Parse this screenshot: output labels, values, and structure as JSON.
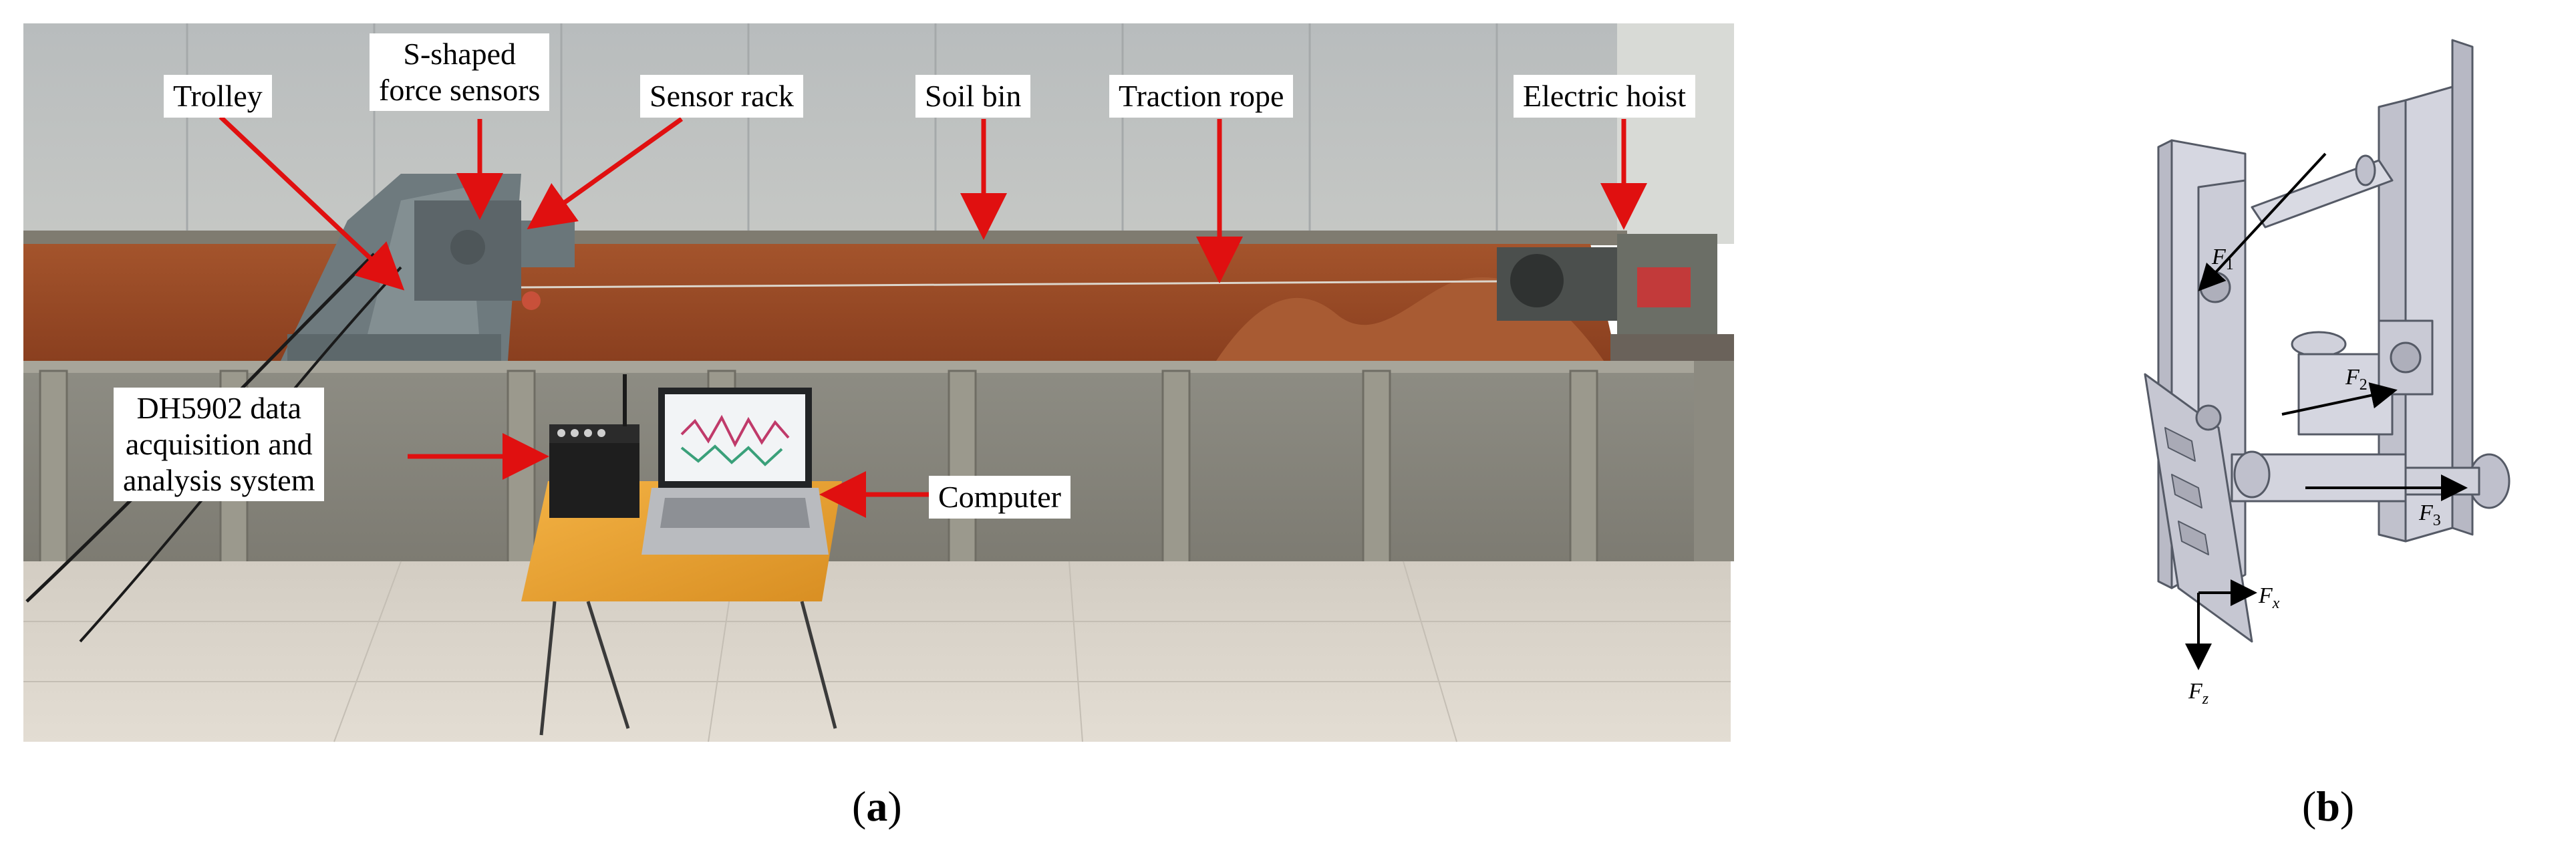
{
  "panel_a": {
    "labels": {
      "trolley": "Trolley",
      "s_shaped_line1": "S-shaped",
      "s_shaped_line2": "force sensors",
      "sensor_rack": "Sensor rack",
      "soil_bin": "Soil bin",
      "traction_rope": "Traction rope",
      "electric_hoist": "Electric hoist",
      "dh5902_line1": "DH5902 data",
      "dh5902_line2": "acquisition and",
      "dh5902_line3": "analysis system",
      "computer": "Computer"
    },
    "caption_letter": "a"
  },
  "panel_b": {
    "forces": {
      "f1_main": "F",
      "f1_sub": "1",
      "f2_main": "F",
      "f2_sub": "2",
      "f3_main": "F",
      "f3_sub": "3",
      "fx_main": "F",
      "fx_sub": "x",
      "fz_main": "F",
      "fz_sub": "z"
    },
    "caption_letter": "b"
  },
  "colors": {
    "arrow_red": "#e01010",
    "soil": "#9a4a26",
    "steel": "#9a9a8e",
    "cad_gray": "#c9c9d3"
  }
}
